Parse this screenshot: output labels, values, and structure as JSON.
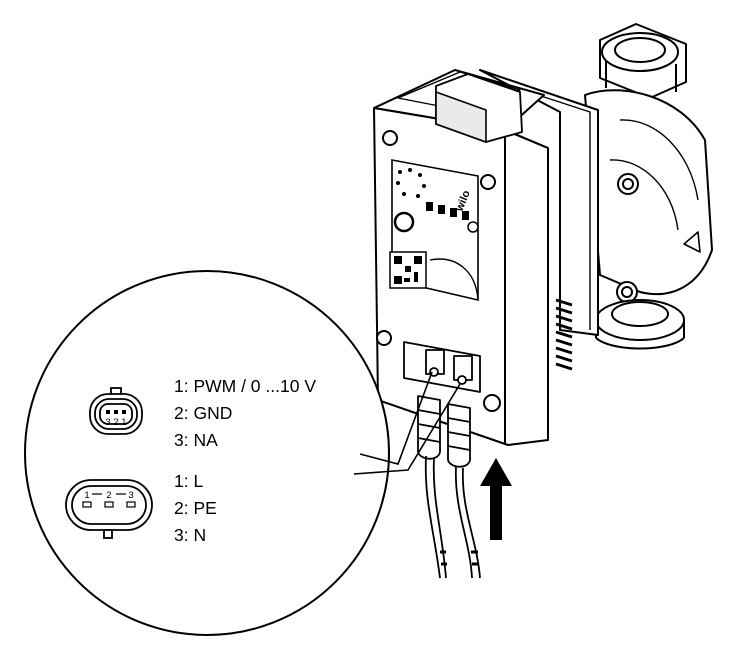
{
  "diagram": {
    "brand_text": "wilo",
    "signal_connector": {
      "pin_markings": "3 2 1",
      "pins": [
        "1: PWM / 0 ...10 V",
        "2: GND",
        "3: NA"
      ]
    },
    "power_connector": {
      "pin_markings": [
        "1",
        "2",
        "3"
      ],
      "pins": [
        "1: L",
        "2: PE",
        "3: N"
      ]
    }
  }
}
